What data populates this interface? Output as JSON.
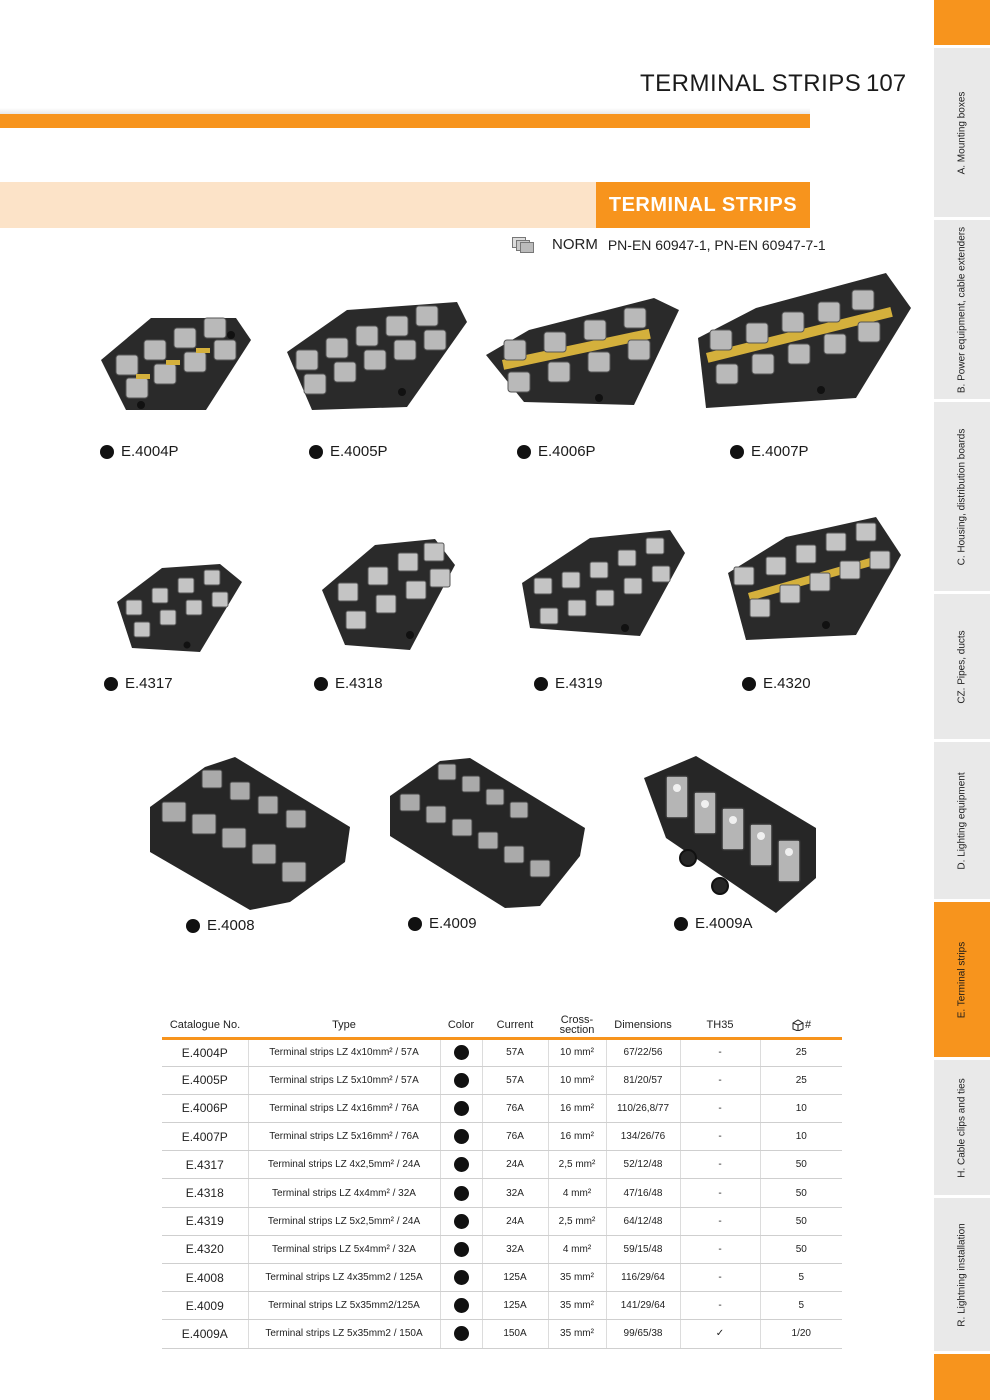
{
  "header": {
    "title": "TERMINAL STRIPS",
    "page_number": "107"
  },
  "section": {
    "label": "TERMINAL STRIPS",
    "norm_label": "NORM",
    "norm_value": "PN-EN 60947-1, PN-EN 60947-7-1"
  },
  "side_tabs": [
    {
      "label": "A. Mounting boxes"
    },
    {
      "label": "B. Power equipment, cable extenders"
    },
    {
      "label": "C. Housing, distribution boards"
    },
    {
      "label": "CZ. Pipes, ducts"
    },
    {
      "label": "D. Lighting equipment"
    },
    {
      "label": "E. Terminal strips"
    },
    {
      "label": "H. Cable clips and ties"
    },
    {
      "label": "R. Lightning installation"
    }
  ],
  "products": [
    {
      "code": "E.4004P"
    },
    {
      "code": "E.4005P"
    },
    {
      "code": "E.4006P"
    },
    {
      "code": "E.4007P"
    },
    {
      "code": "E.4317"
    },
    {
      "code": "E.4318"
    },
    {
      "code": "E.4319"
    },
    {
      "code": "E.4320"
    },
    {
      "code": "E.4008"
    },
    {
      "code": "E.4009"
    },
    {
      "code": "E.4009A"
    }
  ],
  "colors": {
    "accent": "#f7941d",
    "band": "#fce3c8",
    "tab_gray": "#e9e9e9",
    "product_body": "#2a2a2a"
  },
  "table": {
    "headers": {
      "catalogue": "Catalogue No.",
      "type": "Type",
      "color": "Color",
      "current": "Current",
      "cross_1": "Cross-",
      "cross_2": "section",
      "dimensions": "Dimensions",
      "th35": "TH35",
      "pack_suffix": "#"
    },
    "rows": [
      {
        "cat": "E.4004P",
        "type": "Terminal strips LZ 4x10mm² / 57A",
        "current": "57A",
        "cross": "10 mm²",
        "dim": "67/22/56",
        "th35": "-",
        "pack": "25"
      },
      {
        "cat": "E.4005P",
        "type": "Terminal strips LZ 5x10mm² / 57A",
        "current": "57A",
        "cross": "10 mm²",
        "dim": "81/20/57",
        "th35": "-",
        "pack": "25"
      },
      {
        "cat": "E.4006P",
        "type": "Terminal strips LZ 4x16mm² / 76A",
        "current": "76A",
        "cross": "16 mm²",
        "dim": "110/26,8/77",
        "th35": "-",
        "pack": "10"
      },
      {
        "cat": "E.4007P",
        "type": "Terminal strips LZ 5x16mm² / 76A",
        "current": "76A",
        "cross": "16 mm²",
        "dim": "134/26/76",
        "th35": "-",
        "pack": "10"
      },
      {
        "cat": "E.4317",
        "type": "Terminal strips LZ 4x2,5mm² / 24A",
        "current": "24A",
        "cross": "2,5 mm²",
        "dim": "52/12/48",
        "th35": "-",
        "pack": "50"
      },
      {
        "cat": "E.4318",
        "type": "Terminal strips LZ 4x4mm² / 32A",
        "current": "32A",
        "cross": "4 mm²",
        "dim": "47/16/48",
        "th35": "-",
        "pack": "50"
      },
      {
        "cat": "E.4319",
        "type": "Terminal strips LZ 5x2,5mm² / 24A",
        "current": "24A",
        "cross": "2,5 mm²",
        "dim": "64/12/48",
        "th35": "-",
        "pack": "50"
      },
      {
        "cat": "E.4320",
        "type": "Terminal strips LZ 5x4mm² / 32A",
        "current": "32A",
        "cross": "4 mm²",
        "dim": "59/15/48",
        "th35": "-",
        "pack": "50"
      },
      {
        "cat": "E.4008",
        "type": "Terminal strips LZ 4x35mm2 / 125A",
        "current": "125A",
        "cross": "35 mm²",
        "dim": "116/29/64",
        "th35": "-",
        "pack": "5"
      },
      {
        "cat": "E.4009",
        "type": "Terminal strips LZ 5x35mm2/125A",
        "current": "125A",
        "cross": "35 mm²",
        "dim": "141/29/64",
        "th35": "-",
        "pack": "5"
      },
      {
        "cat": "E.4009A",
        "type": "Terminal strips LZ 5x35mm2 / 150A",
        "current": "150A",
        "cross": "35 mm²",
        "dim": "99/65/38",
        "th35": "✓",
        "pack": "1/20"
      }
    ]
  }
}
